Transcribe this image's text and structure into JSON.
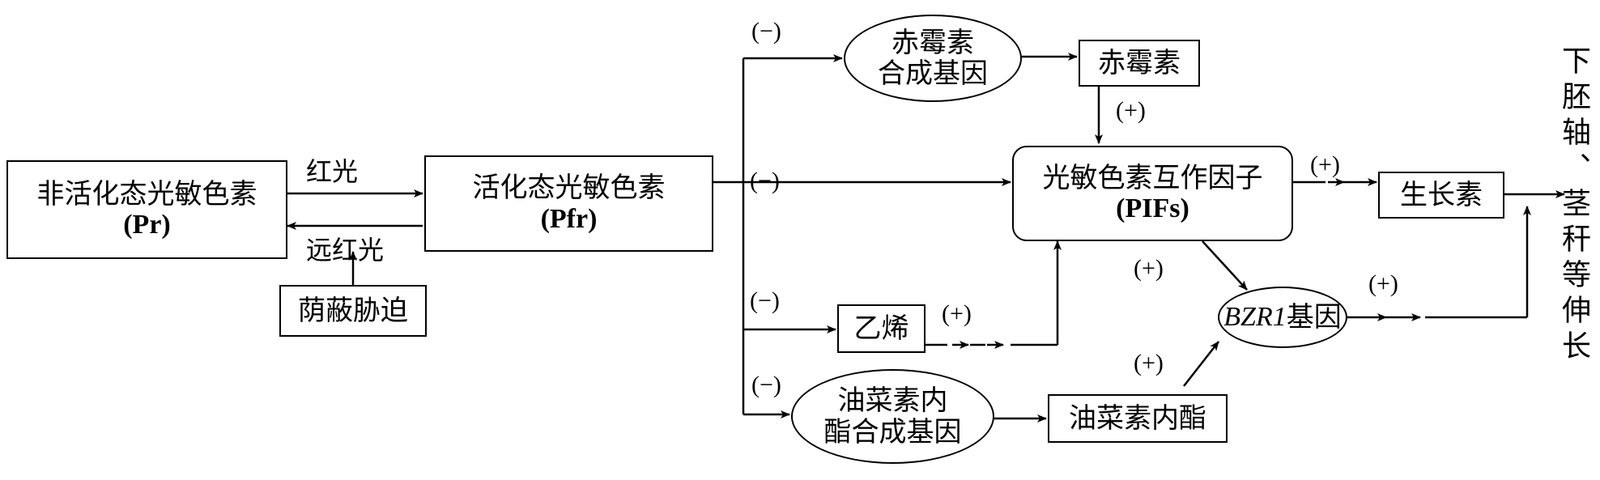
{
  "nodes": {
    "pr": {
      "line1": "非活化态光敏色素",
      "line2": "(Pr)"
    },
    "pfr": {
      "line1": "活化态光敏色素",
      "line2": "(Pfr)"
    },
    "shade": {
      "label": "荫蔽胁迫"
    },
    "ga_gene": {
      "line1": "赤霉素",
      "line2": "合成基因"
    },
    "ga": {
      "label": "赤霉素"
    },
    "pifs": {
      "line1": "光敏色素互作因子",
      "line2": "(PIFs)"
    },
    "ethylene": {
      "label": "乙烯"
    },
    "auxin": {
      "label": "生长素"
    },
    "bzr1": {
      "gene": "BZR1",
      "suffix": "基因"
    },
    "br_gene": {
      "line1": "油菜素内",
      "line2": "酯合成基因"
    },
    "br": {
      "label": "油菜素内酯"
    }
  },
  "labels": {
    "red_light": "红光",
    "far_red_light": "远红光",
    "minus": "(−)",
    "plus": "(+)"
  },
  "outcome": "下胚轴、茎秆等伸长"
}
